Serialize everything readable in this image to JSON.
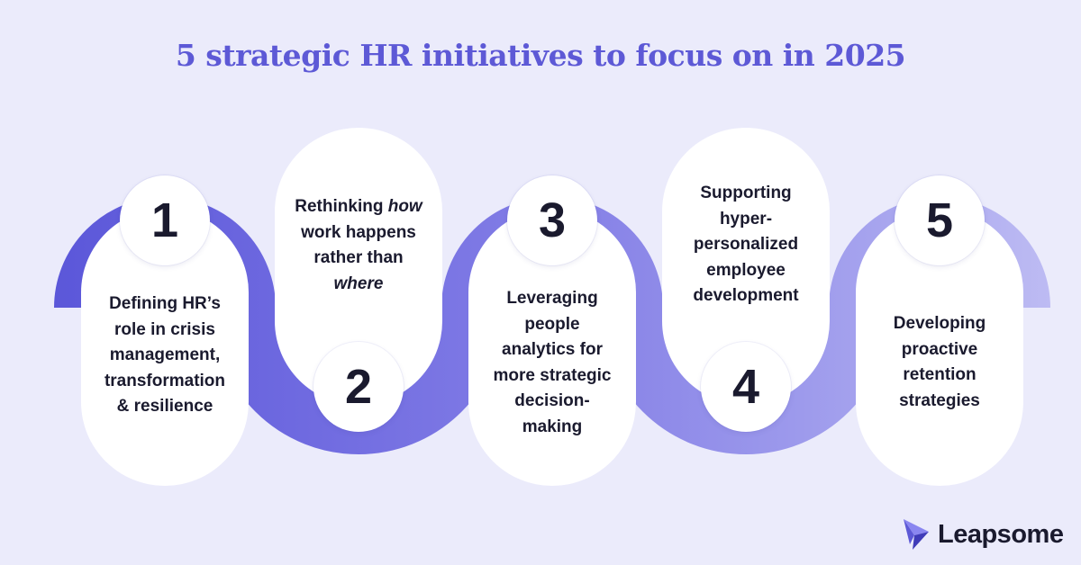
{
  "title": "5 strategic HR initiatives to focus on in 2025",
  "steps": [
    {
      "number": "1",
      "lines": [
        "Defining HR’s",
        "role in crisis",
        "management,",
        "transformation",
        "& resilience"
      ]
    },
    {
      "number": "2",
      "lines": [
        "Rethinking how",
        "work happens",
        "rather than",
        "where"
      ],
      "italic_words": [
        "how",
        "where"
      ]
    },
    {
      "number": "3",
      "lines": [
        "Leveraging",
        "people",
        "analytics for",
        "more strategic",
        "decision-",
        "making"
      ]
    },
    {
      "number": "4",
      "lines": [
        "Supporting",
        "hyper-",
        "personalized",
        "employee",
        "development"
      ]
    },
    {
      "number": "5",
      "lines": [
        "Developing",
        "proactive",
        "retention",
        "strategies"
      ]
    }
  ],
  "brand": {
    "name": "Leapsome",
    "icon": "leapsome-bird-logo-icon"
  },
  "colors": {
    "background": "#ebebfb",
    "title": "#5d59d6",
    "card": "#ffffff",
    "text": "#1a1a2e",
    "band": [
      "#5b57d9",
      "#6f6ae0",
      "#837ee6",
      "#9d9aec",
      "#bdbbf3"
    ]
  }
}
